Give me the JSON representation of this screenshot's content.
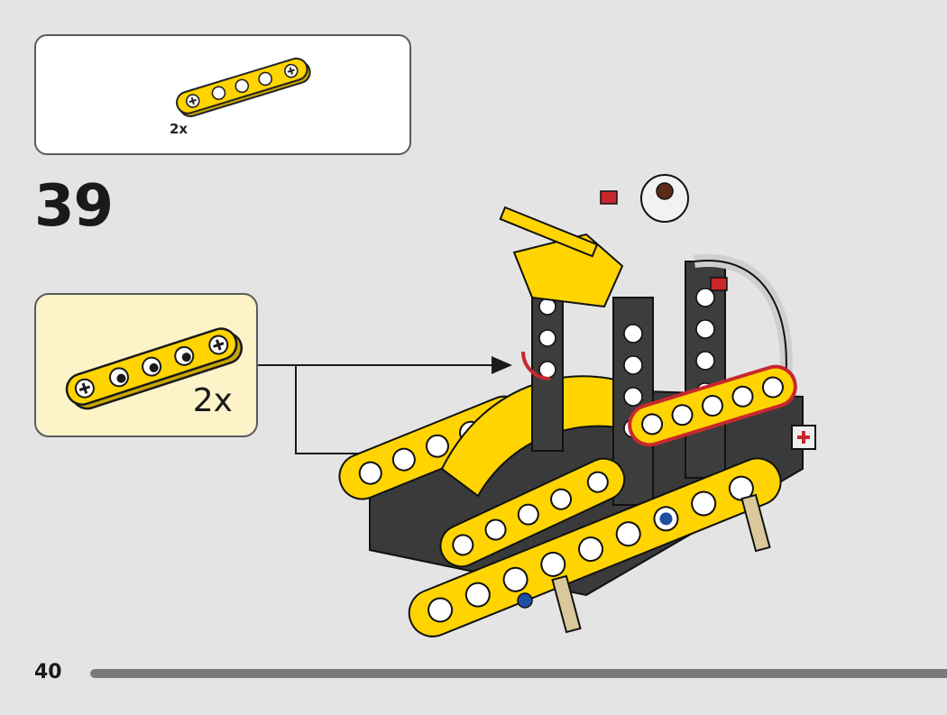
{
  "parts_list": {
    "items": [
      {
        "icon": "technic-beam-5-icon",
        "color": "#ffd400",
        "quantity": "2x"
      }
    ]
  },
  "step": {
    "number": "39"
  },
  "callout": {
    "icon": "technic-beam-5-icon",
    "color": "#ffd400",
    "quantity": "2x"
  },
  "highlight_color": "#c8282d",
  "page": {
    "number": "40",
    "progress": 1.0
  }
}
